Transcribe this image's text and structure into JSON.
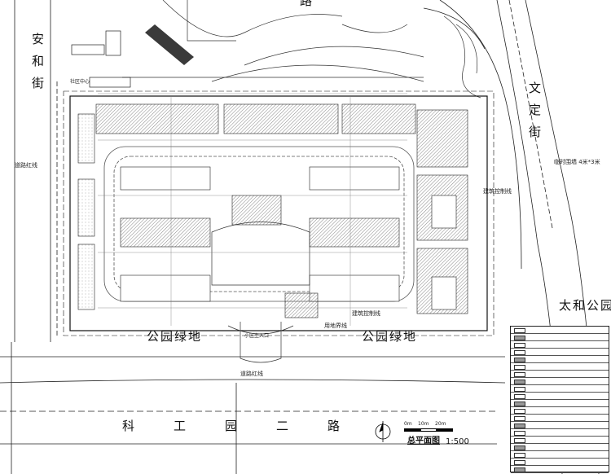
{
  "roads": {
    "west_road": "安和街",
    "east_road": "文定街",
    "south_road": "科工园二路",
    "north_road_partial": "路"
  },
  "areas": {
    "east_park": "太和公园",
    "south_green_left": "公园绿地",
    "south_green_right": "公园绿地"
  },
  "annotations": {
    "road_redline_west": "道路红线",
    "road_redline_south": "道路红线",
    "building_control_line_east": "建筑控制线",
    "building_control_line_south": "建筑控制线",
    "land_use_line": "用地界线",
    "sign_east": "临时围墙 4米*3米",
    "main_entrance": "小区主入口",
    "community_center": "社区中心"
  },
  "drawing": {
    "title": "总平面图",
    "scale": "1:500",
    "scale_ticks": [
      "0m",
      "10m",
      "20m"
    ]
  },
  "legend_rows": [
    "",
    "",
    "",
    "",
    "",
    "",
    "",
    "",
    "",
    "",
    "",
    "",
    "",
    "",
    "",
    "",
    "",
    "",
    "",
    ""
  ],
  "colors": {
    "line": "#1a1a1a",
    "hatch": "#9a9a9a",
    "dark_fill": "#3a3a3a"
  }
}
